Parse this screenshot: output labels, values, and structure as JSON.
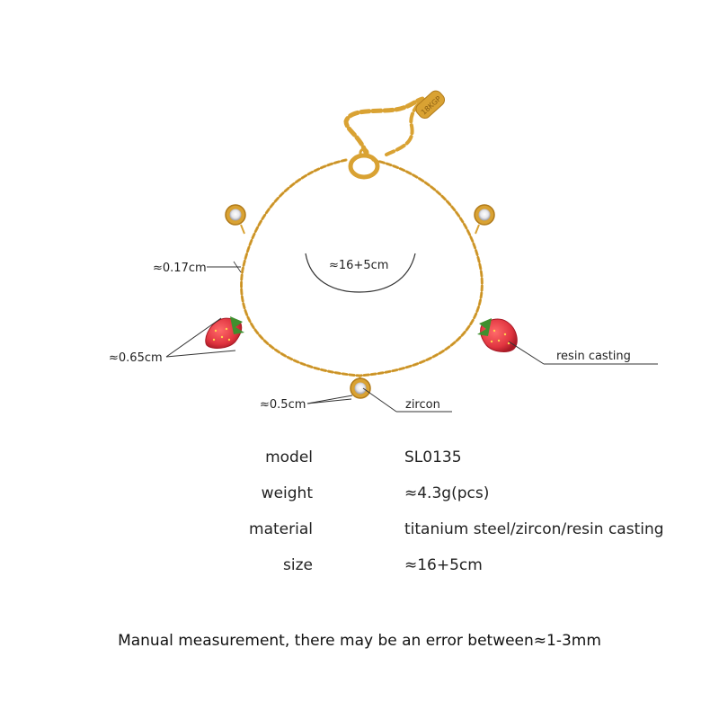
{
  "labels": {
    "chain_thickness": "≈0.17cm",
    "strawberry_size": "≈0.65cm",
    "zircon_size": "≈0.5cm",
    "length": "≈16+5cm",
    "resin_callout": "resin casting",
    "zircon_callout": "zircon"
  },
  "tag_engraving": "18KGP",
  "specs": [
    {
      "label": "model",
      "value": "SL0135"
    },
    {
      "label": "weight",
      "value": "≈4.3g(pcs)"
    },
    {
      "label": "material",
      "value": "titanium steel/zircon/resin casting"
    },
    {
      "label": "size",
      "value": "≈16+5cm"
    }
  ],
  "note": "Manual measurement, there may be an error between≈1-3mm",
  "colors": {
    "gold": "#d9a233",
    "gold_dark": "#b07a1a",
    "strawberry_red": "#e0343f",
    "leaf_green": "#3f8f2e",
    "line": "#333333"
  }
}
